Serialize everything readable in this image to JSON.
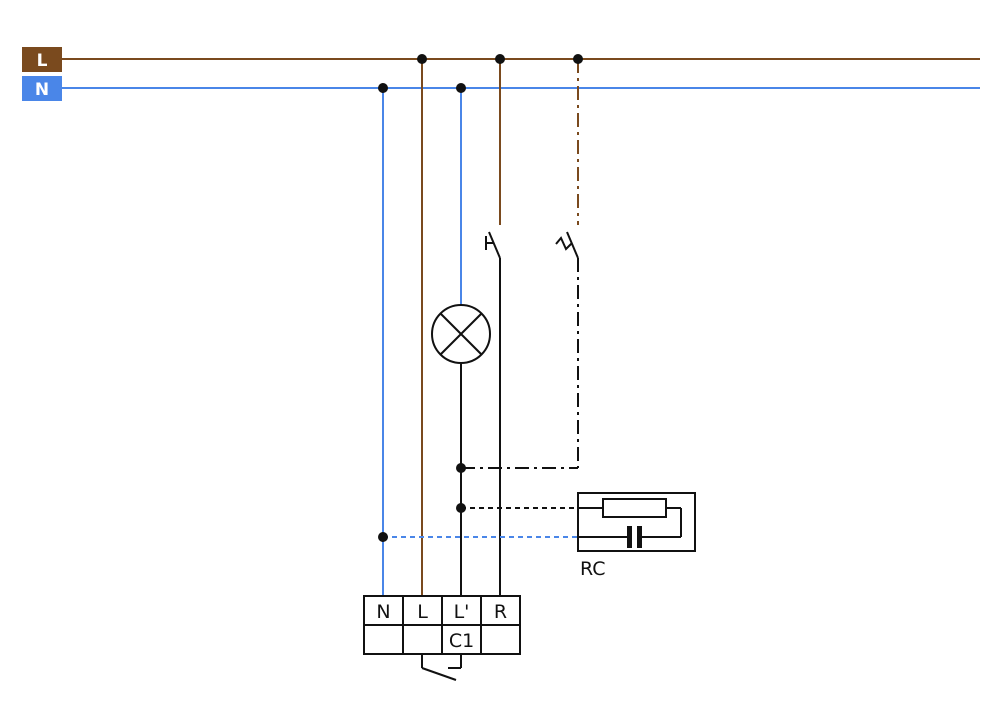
{
  "buses": {
    "line": {
      "label": "L",
      "color": "#7a4a1e"
    },
    "neutral": {
      "label": "N",
      "color": "#4a86e8"
    }
  },
  "wire_color": "#111111",
  "terminal_block": {
    "labels": [
      "N",
      "L",
      "L'",
      "R"
    ],
    "relay_label": "C1"
  },
  "rc_module": {
    "label": "RC"
  },
  "components": [
    "lamp-icon",
    "pushbutton-icon",
    "latched-switch-icon",
    "resistor-icon",
    "capacitor-icon",
    "relay-contact-icon"
  ]
}
